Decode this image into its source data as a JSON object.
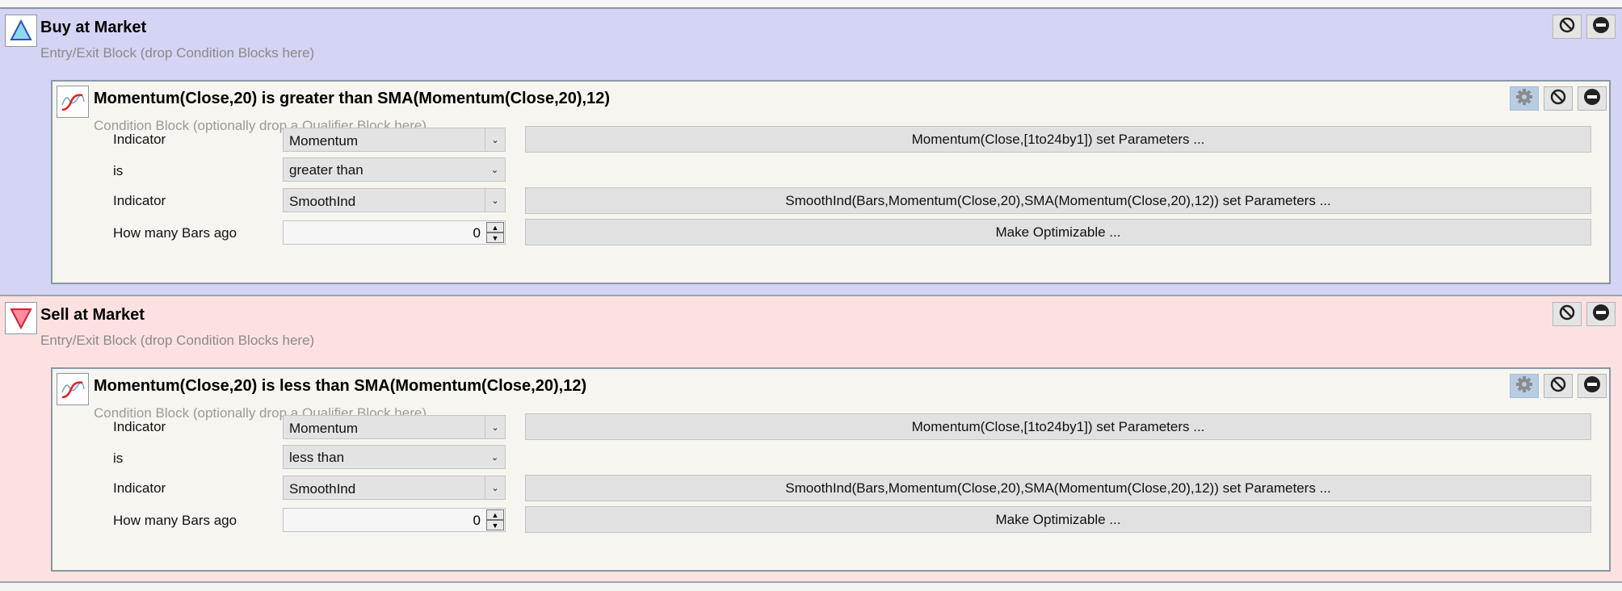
{
  "blocks": [
    {
      "kind": "buy",
      "title": "Buy at Market",
      "subtitle": "Entry/Exit Block (drop Condition Blocks here)",
      "icon": "triangle-up-icon",
      "color": "#d4d4f4",
      "condition": {
        "title": "Momentum(Close,20) is greater than SMA(Momentum(Close,20),12)",
        "subtitle": "Condition Block (optionally drop a Qualifier Block here)",
        "rows": [
          {
            "label": "Indicator",
            "value": "Momentum",
            "button": "Momentum(Close,[1to24by1]) set Parameters ..."
          },
          {
            "label": "is",
            "value": "greater than"
          },
          {
            "label": "Indicator",
            "value": "SmoothInd",
            "button": "SmoothInd(Bars,Momentum(Close,20),SMA(Momentum(Close,20),12)) set Parameters ..."
          },
          {
            "label": "How many Bars ago",
            "value": "0",
            "button": "Make Optimizable ..."
          }
        ]
      }
    },
    {
      "kind": "sell",
      "title": "Sell at Market",
      "subtitle": "Entry/Exit Block (drop Condition Blocks here)",
      "icon": "triangle-down-icon",
      "color": "#fde1e0",
      "condition": {
        "title": "Momentum(Close,20) is less than SMA(Momentum(Close,20),12)",
        "subtitle": "Condition Block (optionally drop a Qualifier Block here)",
        "rows": [
          {
            "label": "Indicator",
            "value": "Momentum",
            "button": "Momentum(Close,[1to24by1]) set Parameters ..."
          },
          {
            "label": "is",
            "value": "less than"
          },
          {
            "label": "Indicator",
            "value": "SmoothInd",
            "button": "SmoothInd(Bars,Momentum(Close,20),SMA(Momentum(Close,20),12)) set Parameters ..."
          },
          {
            "label": "How many Bars ago",
            "value": "0",
            "button": "Make Optimizable ..."
          }
        ]
      }
    }
  ]
}
